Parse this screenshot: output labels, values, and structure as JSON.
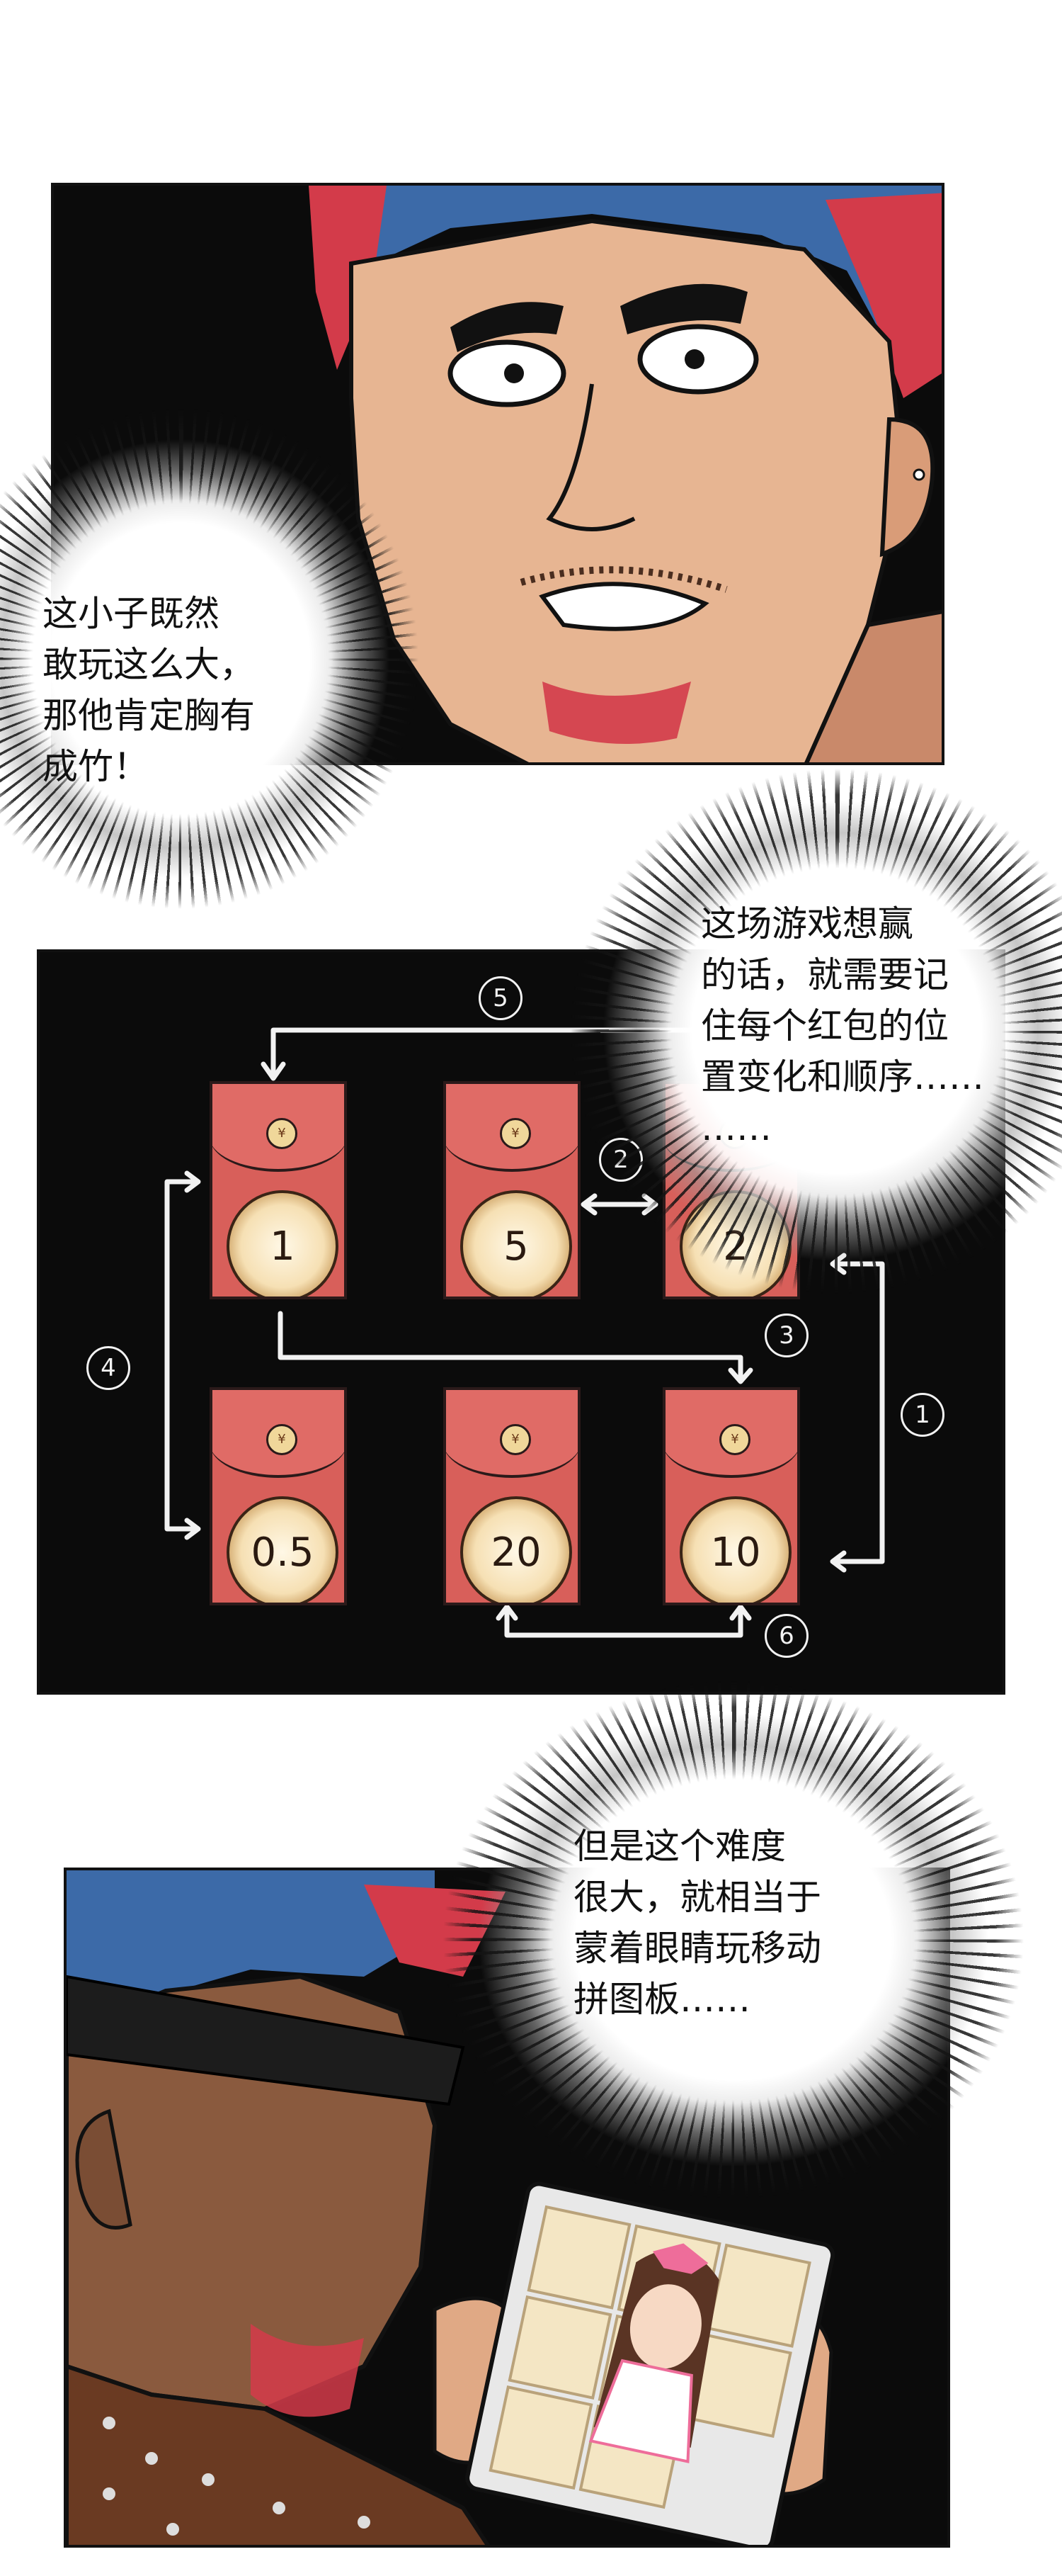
{
  "panel1": {
    "bubble": "这小子既然\n敢玩这么大，\n那他肯定胸有\n成竹！"
  },
  "panel2": {
    "bubble": "这场游戏想赢\n的话，就需要记\n住每个红包的位\n置变化和顺序……\n……",
    "envelopes": [
      {
        "value": "1",
        "seal": "¥"
      },
      {
        "value": "5",
        "seal": "¥"
      },
      {
        "value": "2",
        "seal": "¥"
      },
      {
        "value": "0.5",
        "seal": "¥"
      },
      {
        "value": "20",
        "seal": "¥"
      },
      {
        "value": "10",
        "seal": "¥"
      }
    ],
    "steps": [
      "1",
      "2",
      "3",
      "4",
      "5",
      "6"
    ]
  },
  "panel3": {
    "bubble": "但是这个难度\n很大，就相当于\n蒙着眼睛玩移动\n拼图板……"
  },
  "colors": {
    "envelope": "#d85f5a",
    "panel_bg": "#0b0b0b",
    "hair_red": "#d33b4a",
    "hair_blue": "#3c6aa8",
    "skin": "#e7b592"
  }
}
